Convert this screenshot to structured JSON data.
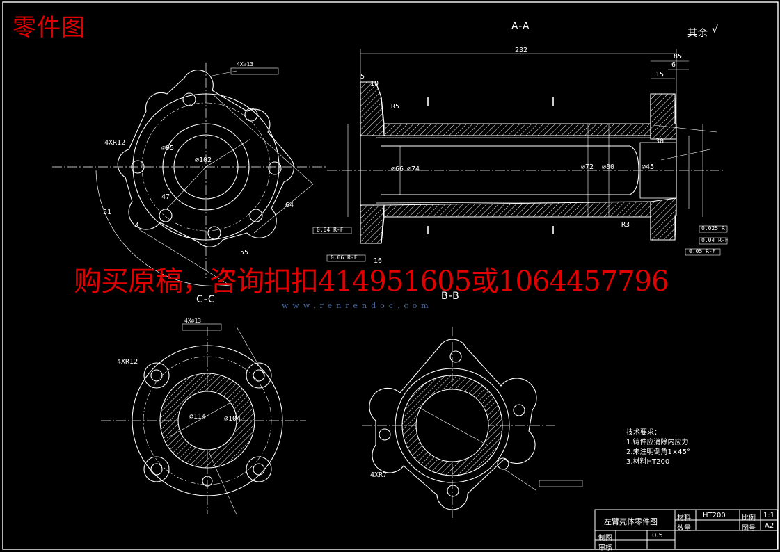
{
  "sheet": {
    "title": "零件图",
    "rough_note": "其余",
    "watermark": "购买原稿，咨询扣扣414951605或1064457796",
    "site_text": "www.renrendoc.com",
    "colors": {
      "background": "#000000",
      "lines": "#ffffff",
      "watermark": "#e00000",
      "dimension_yellow": "#e8e800"
    }
  },
  "sections": {
    "aa": "A-A",
    "bb": "B-B",
    "cc": "C-C"
  },
  "dimensions": {
    "d232": "232",
    "d85": "85",
    "d15": "15",
    "d6": "6",
    "d5": "5",
    "d10": "10",
    "d30": "30",
    "d16": "16",
    "dia72": "⌀72",
    "dia80": "⌀80",
    "dia45": "⌀45",
    "dia66": "⌀66",
    "dia74": "⌀74",
    "dia102": "⌀102",
    "dia95": "⌀95",
    "r3": "R3",
    "r5": "R5",
    "hole4x13_top": "4X⌀13",
    "r12_top": "4XR12",
    "d47": "47",
    "d51": "51",
    "d3": "3",
    "d55": "55",
    "d64": "64",
    "hole4x13_bot": "4X⌀13",
    "r12_bot": "4XR12",
    "dia114": "⌀114",
    "dia104": "⌀104",
    "r7": "4XR7"
  },
  "tolerances": {
    "t1": "0.04 R-F",
    "t2": "0.06 R-F",
    "t3": "0.025 R",
    "t4": "0.04 R-F",
    "t5": "0.05 R-F"
  },
  "requirements": {
    "heading": "技术要求：",
    "items": [
      "1.铸件应消除内应力",
      "2.未注明倒角1×45°",
      "3.材料HT200"
    ]
  },
  "title_block": {
    "part_name": "左臂壳体零件图",
    "material_label": "材料",
    "material_value": "HT200",
    "scale_label": "比例",
    "scale_value": "1:1",
    "qty_label": "数量",
    "drawing_no_label": "图号",
    "drawing_no_value": "A2",
    "drawn_label": "制图",
    "drawn_value": "0.5",
    "check_label": "审核"
  }
}
